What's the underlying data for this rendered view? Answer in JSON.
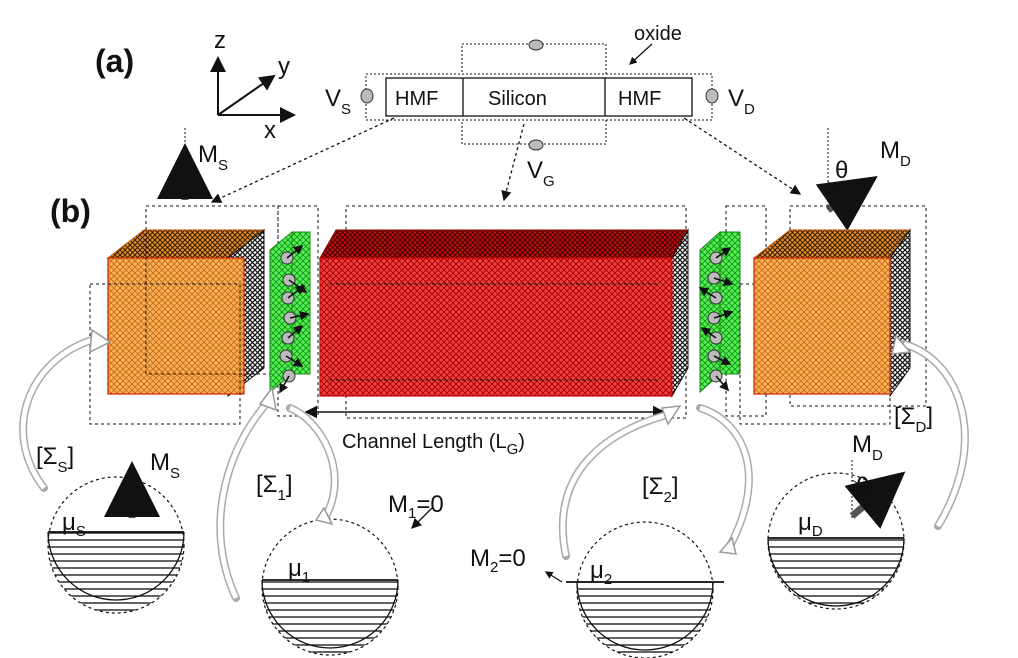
{
  "panel_a": {
    "label": "(a)",
    "axis_z": "z",
    "axis_y": "y",
    "axis_x": "x",
    "oxide": "oxide",
    "hmf_left": "HMF",
    "silicon": "Silicon",
    "hmf_right": "HMF",
    "vs_main": "V",
    "vs_sub": "S",
    "vd_main": "V",
    "vd_sub": "D",
    "vg_main": "V",
    "vg_sub": "G"
  },
  "panel_b": {
    "label": "(b)",
    "ms_main": "M",
    "ms_sub": "S",
    "md_main": "M",
    "md_sub": "D",
    "theta": "θ",
    "channel_main": "Channel Length (L",
    "channel_sub": "G",
    "channel_close": ")"
  },
  "reservoirs": {
    "sigma_s_open": "[Σ",
    "sigma_s_sub": "S",
    "sigma_s_close": "]",
    "sigma_1_open": "[Σ",
    "sigma_1_sub": "1",
    "sigma_1_close": "]",
    "sigma_2_open": "[Σ",
    "sigma_2_sub": "2",
    "sigma_2_close": "]",
    "sigma_d_open": "[Σ",
    "sigma_d_sub": "D",
    "sigma_d_close": "]",
    "mu_s_main": "μ",
    "mu_s_sub": "S",
    "mu_1_main": "μ",
    "mu_1_sub": "1",
    "mu_2_main": "μ",
    "mu_2_sub": "2",
    "mu_d_main": "μ",
    "mu_d_sub": "D",
    "ms_main": "M",
    "ms_sub": "S",
    "md_main": "M",
    "md_sub": "D",
    "theta": "θ",
    "m1_main": "M",
    "m1_sub": "1",
    "m1_eq": "=0",
    "m2_main": "M",
    "m2_sub": "2",
    "m2_eq": "=0"
  },
  "colors": {
    "orange": "#f5a03a",
    "red": "#e02020",
    "green": "#33dd33",
    "black": "#111111",
    "gray": "#9a9a9a"
  }
}
